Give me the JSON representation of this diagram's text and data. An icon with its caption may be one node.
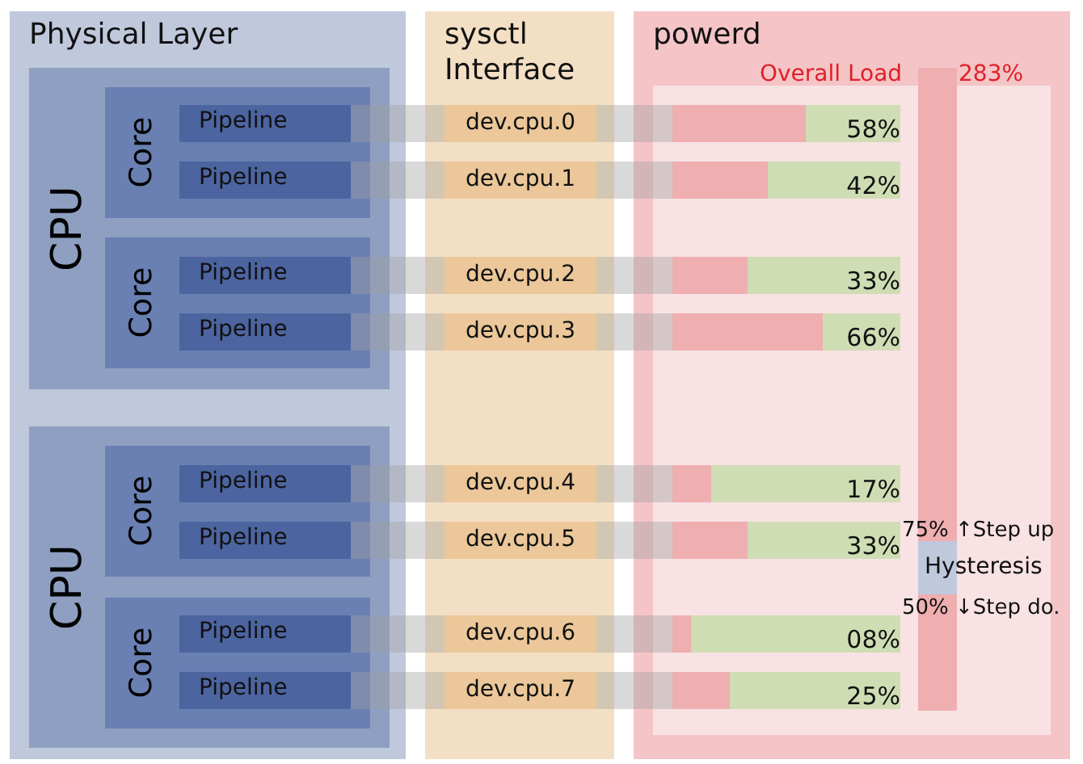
{
  "diagram": {
    "nodes": [
      {
        "text": [
          "Physical Layer"
        ]
      },
      {
        "text": [
          "CPU"
        ],
        "in": 0
      },
      {
        "text": [
          "Core"
        ],
        "in": 1
      },
      {
        "text": [
          "Pipeline"
        ],
        "in": 2
      },
      {
        "text": [
          "Pipeline"
        ],
        "in": 2
      },
      {
        "text": [
          "Core"
        ],
        "in": 1
      },
      {
        "text": [
          "Pipeline"
        ],
        "in": 5
      },
      {
        "text": [
          "Pipeline"
        ],
        "in": 5
      },
      {
        "text": [
          "CPU"
        ],
        "in": 0
      },
      {
        "text": [
          "Core"
        ],
        "in": 8
      },
      {
        "text": [
          "Pipeline"
        ],
        "in": 9
      },
      {
        "text": [
          "Pipeline"
        ],
        "in": 9
      },
      {
        "text": [
          "Core"
        ],
        "in": 8
      },
      {
        "text": [
          "Pipeline"
        ],
        "in": 12
      },
      {
        "text": [
          "Pipeline"
        ],
        "in": 12
      },
      {
        "text": [
          "sysctl Interface"
        ]
      },
      {
        "text": [
          "dev.cpu.0"
        ],
        "in": 15
      },
      {
        "text": [
          "dev.cpu.1"
        ],
        "in": 15
      },
      {
        "text": [
          "dev.cpu.2"
        ],
        "in": 15
      },
      {
        "text": [
          "dev.cpu.3"
        ],
        "in": 15
      },
      {
        "text": [
          "dev.cpu.4"
        ],
        "in": 15
      },
      {
        "text": [
          "dev.cpu.5"
        ],
        "in": 15
      },
      {
        "text": [
          "dev.cpu.6"
        ],
        "in": 15
      },
      {
        "text": [
          "dev.cpu.7"
        ],
        "in": 15
      },
      {
        "text": [
          "powerd"
        ]
      },
      {
        "text": [
          "58%"
        ],
        "in": 24
      },
      {
        "text": [
          "42%"
        ],
        "in": 24
      },
      {
        "text": [
          "33%"
        ],
        "in": 24
      },
      {
        "text": [
          "66%"
        ],
        "in": 24
      },
      {
        "text": [
          "17%"
        ],
        "in": 24
      },
      {
        "text": [
          "33%"
        ],
        "in": 24
      },
      {
        "text": [
          "08%"
        ],
        "in": 24
      },
      {
        "text": [
          "25%"
        ],
        "in": 24
      },
      {
        "text": [],
        "shape": "bar",
        "in": 24
      },
      {
        "text": [
          "Hysteresis"
        ],
        "in": 33,
        "beside": [
          "75% ↑Step up",
          "50% ↓Step do."
        ]
      }
    ],
    "edges": [
      {
        "from": 3,
        "to": 16,
        "arrow": "none"
      },
      {
        "from": 4,
        "to": 17,
        "arrow": "none"
      },
      {
        "from": 6,
        "to": 18,
        "arrow": "none"
      },
      {
        "from": 7,
        "to": 19,
        "arrow": "none"
      },
      {
        "from": 10,
        "to": 20,
        "arrow": "none"
      },
      {
        "from": 11,
        "to": 21,
        "arrow": "none"
      },
      {
        "from": 13,
        "to": 22,
        "arrow": "none"
      },
      {
        "from": 14,
        "to": 23,
        "arrow": "none"
      },
      {
        "from": 16,
        "to": 25,
        "arrow": "none"
      },
      {
        "from": 17,
        "to": 26,
        "arrow": "none"
      },
      {
        "from": 18,
        "to": 27,
        "arrow": "none"
      },
      {
        "from": 19,
        "to": 28,
        "arrow": "none"
      },
      {
        "from": 20,
        "to": 29,
        "arrow": "none"
      },
      {
        "from": 21,
        "to": 30,
        "arrow": "none"
      },
      {
        "from": 22,
        "to": 31,
        "arrow": "none"
      },
      {
        "from": 23,
        "to": 32,
        "arrow": "none"
      }
    ],
    "labels": [
      "Overall Load",
      "283%"
    ]
  }
}
